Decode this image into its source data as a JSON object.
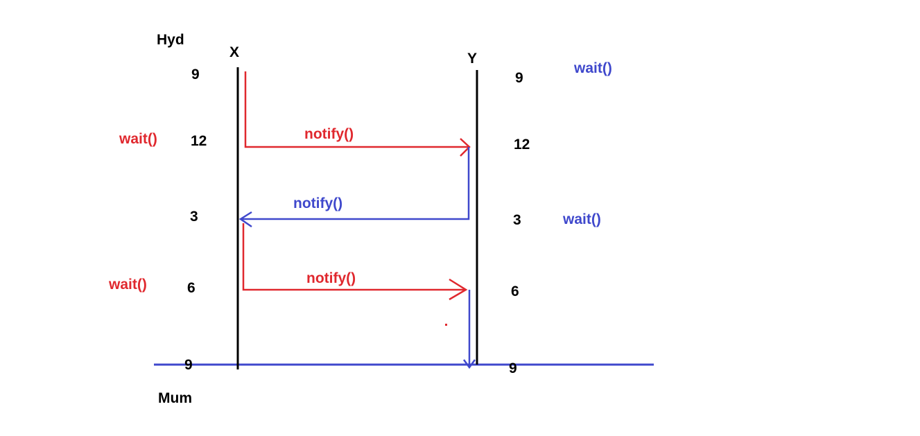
{
  "colors": {
    "background": "#ffffff",
    "timeline": "#000000",
    "red": "#e0282e",
    "blue": "#3f48cc"
  },
  "places": {
    "top": "Hyd",
    "bottom": "Mum"
  },
  "threads": {
    "x": "X",
    "y": "Y"
  },
  "times_left": [
    "9",
    "12",
    "3",
    "6",
    "9"
  ],
  "times_right": [
    "9",
    "12",
    "3",
    "6",
    "9"
  ],
  "left_waits": [
    "wait()",
    "wait()"
  ],
  "right_waits": [
    "wait()",
    "wait()"
  ],
  "messages": [
    "notify()",
    "notify()",
    "notify()"
  ]
}
